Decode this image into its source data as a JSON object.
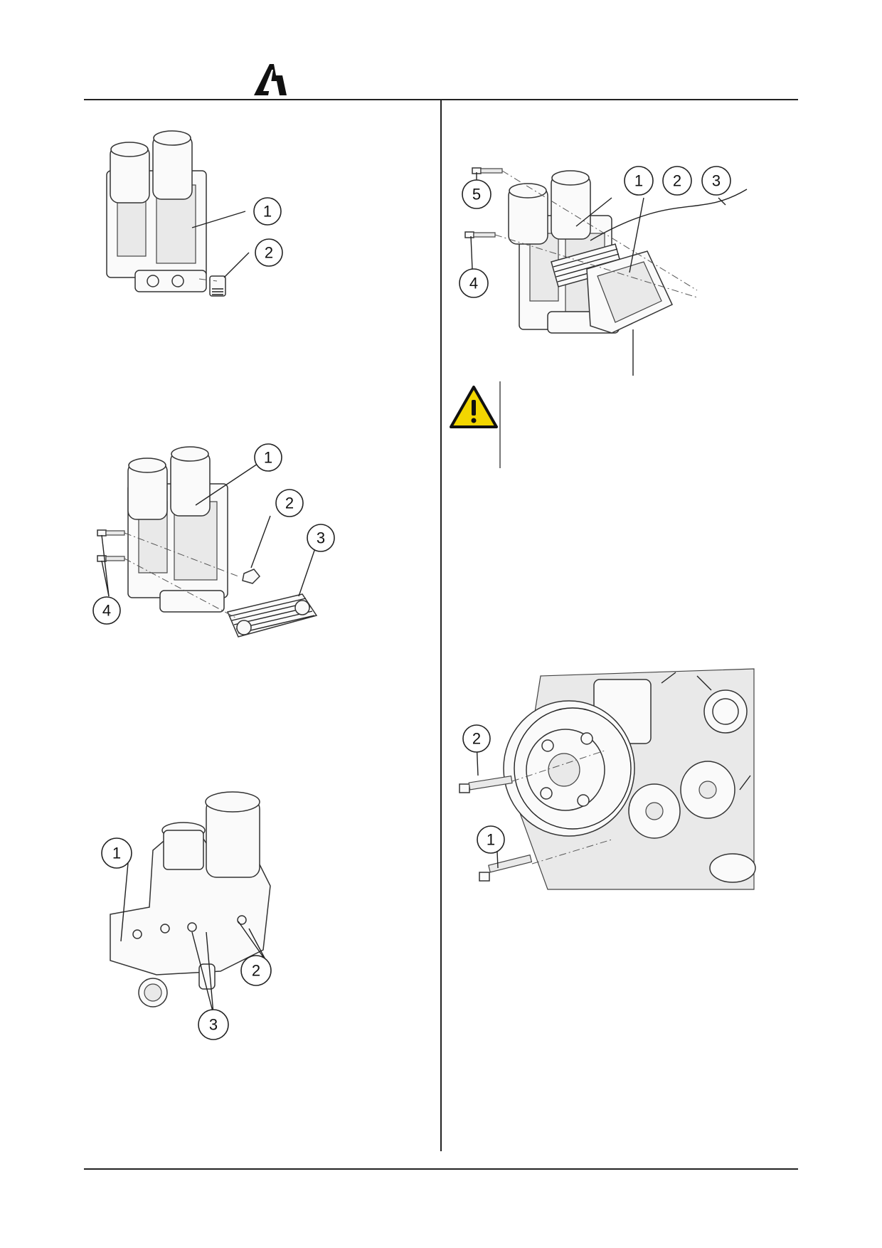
{
  "header": {
    "logo_icon": "brand-logo-icon"
  },
  "figures": {
    "fig1": {
      "callouts": [
        "1",
        "2"
      ]
    },
    "fig2": {
      "callouts": [
        "1",
        "2",
        "3",
        "4"
      ]
    },
    "fig3": {
      "callouts": [
        "1",
        "2",
        "3"
      ]
    },
    "fig4": {
      "callouts": [
        "5",
        "4",
        "1",
        "2",
        "3"
      ]
    },
    "fig5": {
      "callouts": [
        "2",
        "1"
      ]
    }
  },
  "warning": {
    "icon": "warning-triangle-icon",
    "color": "#f2d600"
  }
}
